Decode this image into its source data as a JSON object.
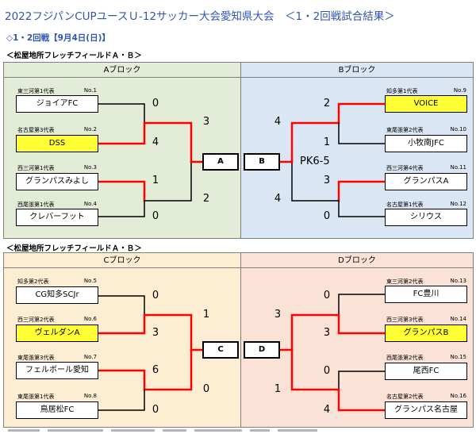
{
  "header": {
    "title": "2022フジパンCUPユースＵ-12サッカー大会愛知県大会　＜1・2回戦試合結果＞",
    "subtitle": "◇1・2回戦【9月4日(日)】"
  },
  "venues": [
    "＜松屋地所フレッチフィールドＡ・Ｂ＞",
    "＜松屋地所フレッチフィールドＡ・Ｂ＞"
  ],
  "blocks": {
    "a": {
      "label": "Aブロック",
      "final_label": "A",
      "teams": [
        {
          "rank": "東三河第1代表",
          "no": "No.1",
          "name": "ジョイアFC",
          "score": "0"
        },
        {
          "rank": "名古屋第3代表",
          "no": "No.2",
          "name": "DSS",
          "score": "4"
        },
        {
          "rank": "西三河第1代表",
          "no": "No.3",
          "name": "グランパスみよし",
          "score": "1"
        },
        {
          "rank": "西尾張第1代表",
          "no": "No.4",
          "name": "クレバーフット",
          "score": "0"
        }
      ],
      "semi_scores": [
        "3",
        "2"
      ]
    },
    "b": {
      "label": "Bブロック",
      "final_label": "B",
      "pk": "PK6-5",
      "teams": [
        {
          "rank": "知多第1代表",
          "no": "No.9",
          "name": "VOICE",
          "score": "2"
        },
        {
          "rank": "東尾張第2代表",
          "no": "No.10",
          "name": "小牧南JFC",
          "score": "1"
        },
        {
          "rank": "西三河第4代表",
          "no": "No.11",
          "name": "グランパスA",
          "score": "3"
        },
        {
          "rank": "名古屋第1代表",
          "no": "No.12",
          "name": "シリウス",
          "score": "0"
        }
      ],
      "semi_scores": [
        "4",
        "4"
      ]
    },
    "c": {
      "label": "Cブロック",
      "final_label": "C",
      "teams": [
        {
          "rank": "知多第2代表",
          "no": "No.5",
          "name": "CG知多SCJr",
          "score": "0"
        },
        {
          "rank": "西三河第2代表",
          "no": "No.6",
          "name": "ヴェルダンA",
          "score": "3"
        },
        {
          "rank": "東尾張第3代表",
          "no": "No.7",
          "name": "フェルボール愛知",
          "score": "6"
        },
        {
          "rank": "東尾張第1代表",
          "no": "No.8",
          "name": "鳥居松FC",
          "score": "0"
        }
      ],
      "semi_scores": [
        "1",
        "0"
      ]
    },
    "d": {
      "label": "Dブロック",
      "final_label": "D",
      "teams": [
        {
          "rank": "東三河第2代表",
          "no": "No.13",
          "name": "FC豊川",
          "score": "0"
        },
        {
          "rank": "西三河第3代表",
          "no": "No.14",
          "name": "グランパスB",
          "score": "3"
        },
        {
          "rank": "西尾張第2代表",
          "no": "No.15",
          "name": "尾西FC",
          "score": "0"
        },
        {
          "rank": "名古屋第2代表",
          "no": "No.16",
          "name": "グランパス名古屋",
          "score": "4"
        }
      ],
      "semi_scores": [
        "3",
        "1"
      ]
    }
  },
  "colors": {
    "title": "#2f55b4",
    "winner_fill": "#ffff33",
    "winner_line": "#ff0000",
    "block_a_bg": "#e3ecd7",
    "block_b_bg": "#dae6f3",
    "block_c_bg": "#fdedd2",
    "block_d_bg": "#fbe2d6"
  }
}
